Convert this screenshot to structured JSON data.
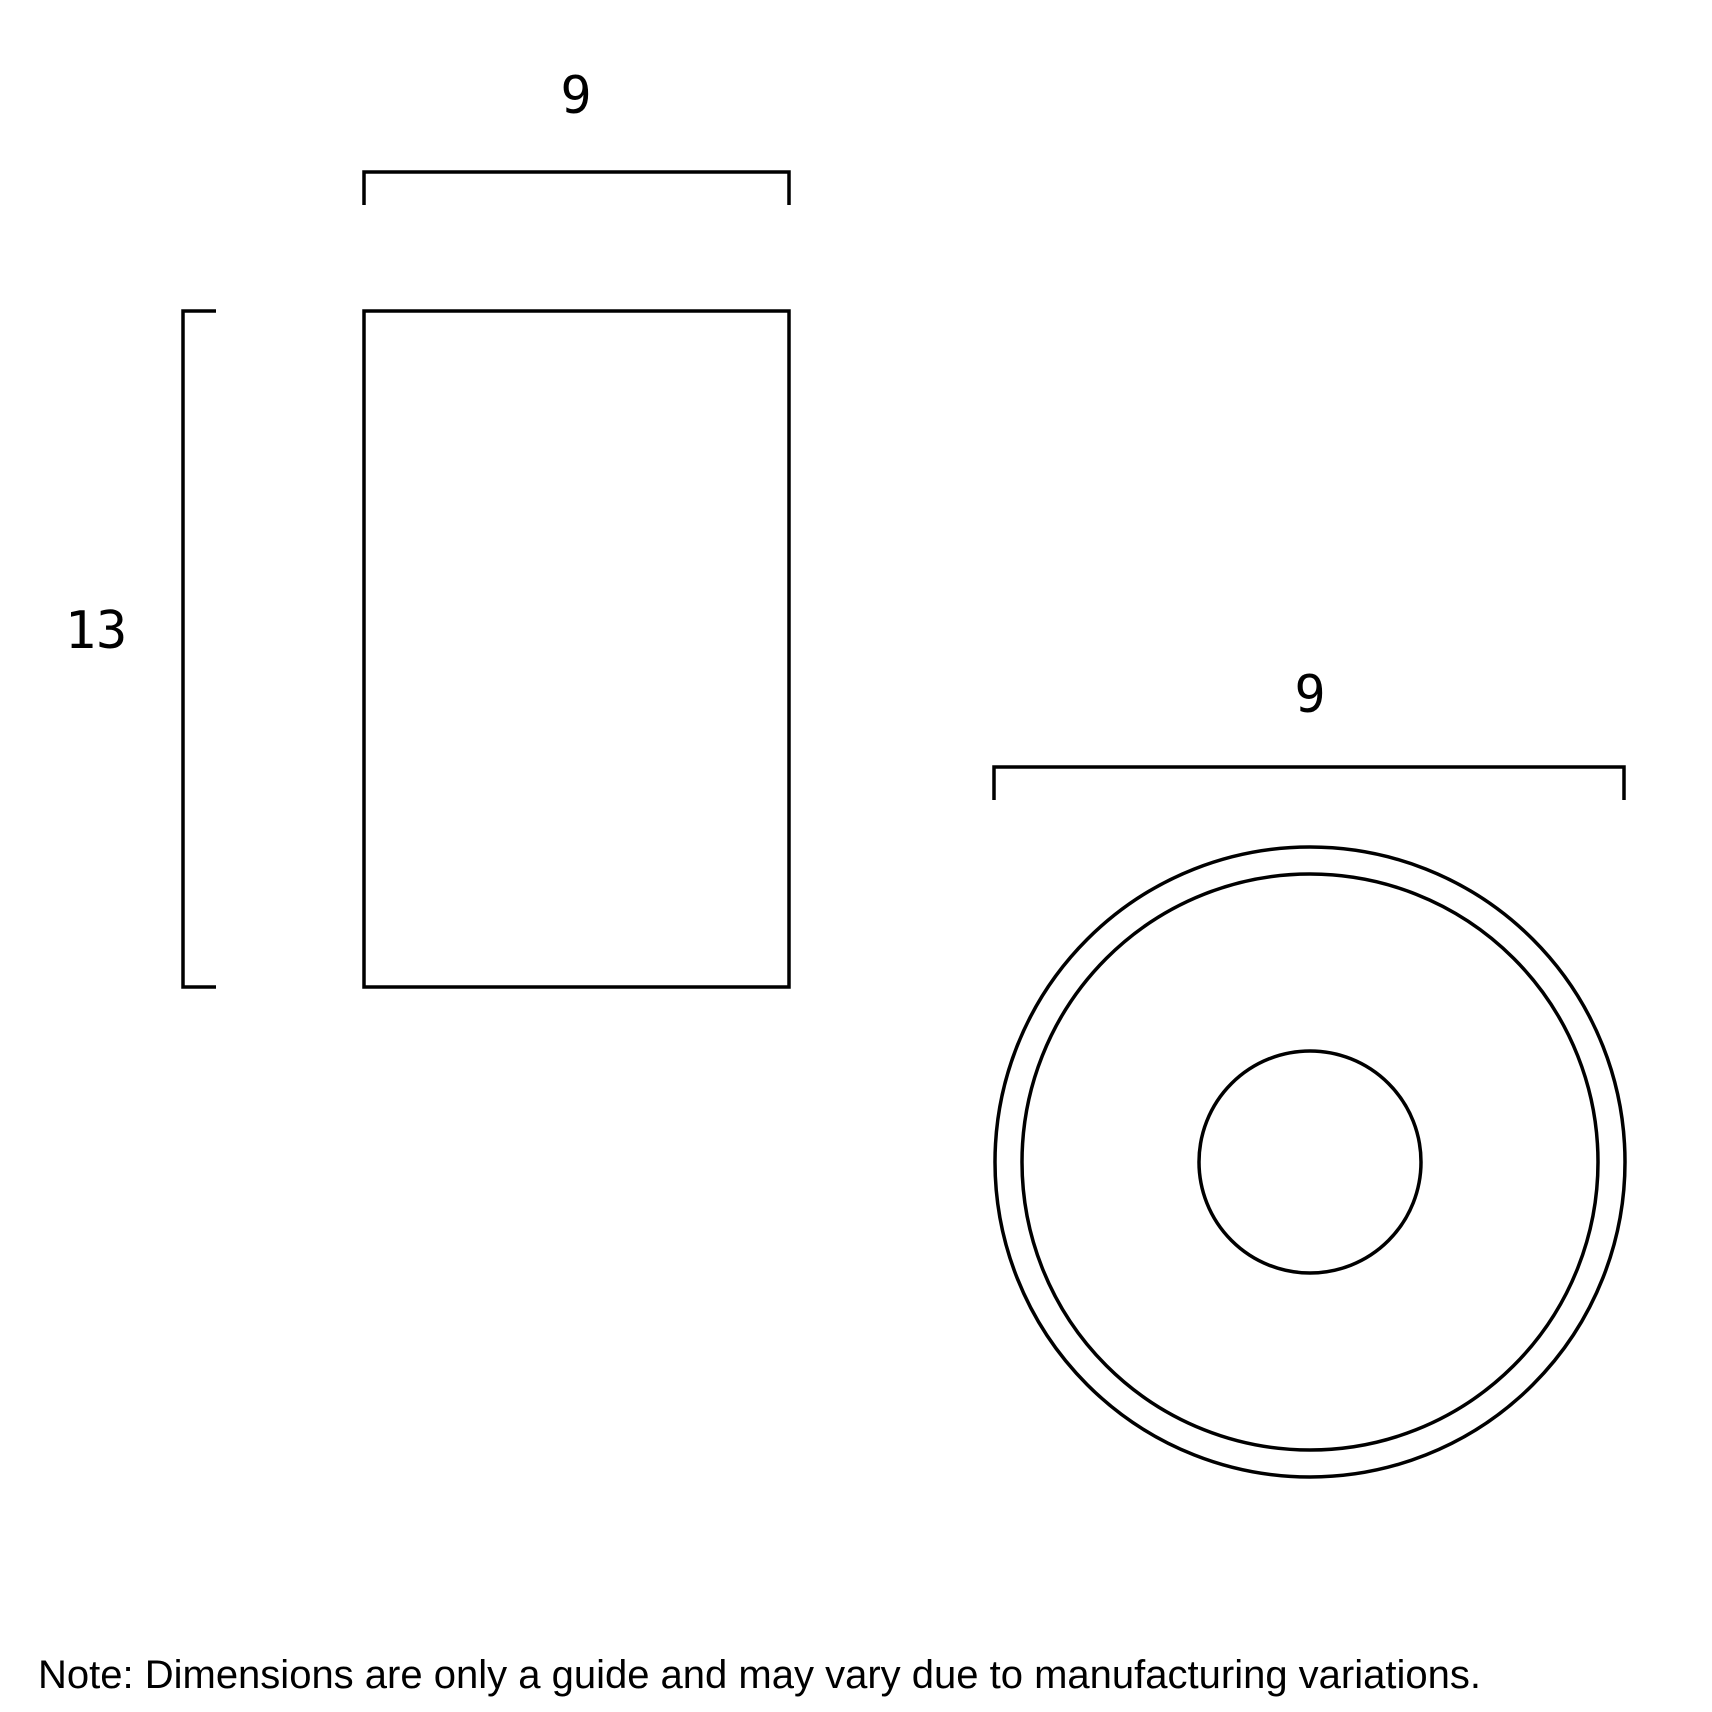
{
  "side_view": {
    "width_label": "9",
    "height_label": "13"
  },
  "top_view": {
    "diameter_label": "9"
  },
  "note": "Note: Dimensions are only a guide and may vary due to manufacturing variations."
}
